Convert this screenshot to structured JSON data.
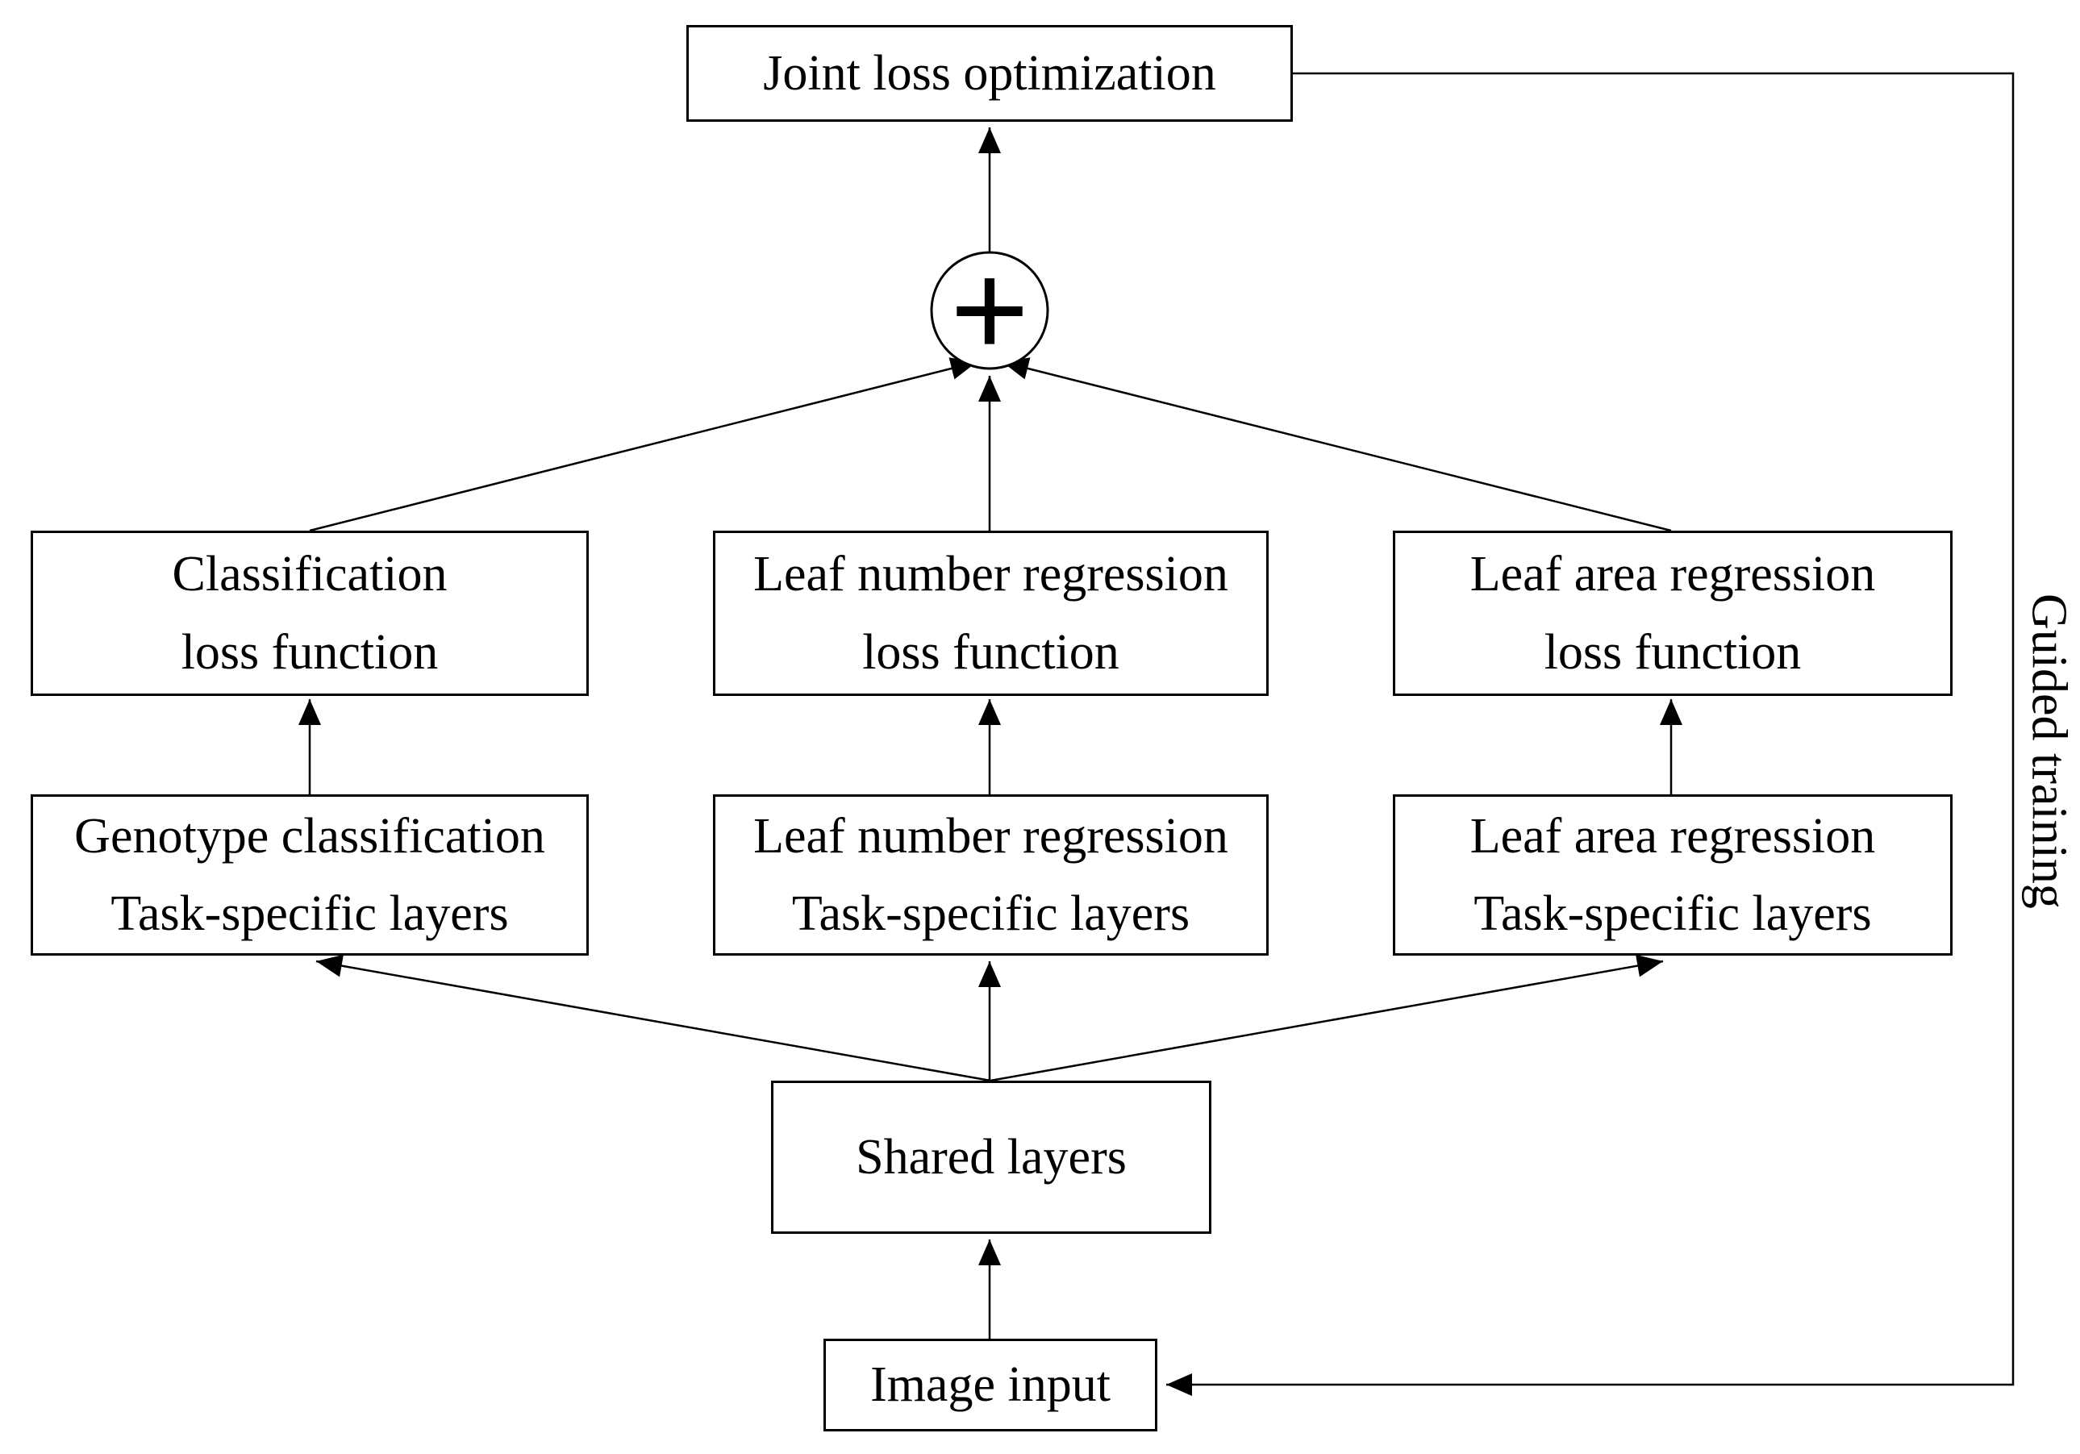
{
  "diagram": {
    "colors": {
      "background": "#ffffff",
      "stroke": "#000000",
      "box_fill": "#ffffff",
      "text": "#000000"
    },
    "nodes": {
      "joint_loss": {
        "label": "Joint loss optimization"
      },
      "classification_loss": {
        "lines": [
          "Classification",
          "loss function"
        ]
      },
      "leaf_number_loss": {
        "lines": [
          "Leaf number regression",
          "loss function"
        ]
      },
      "leaf_area_loss": {
        "lines": [
          "Leaf area regression",
          "loss function"
        ]
      },
      "genotype_task": {
        "lines": [
          "Genotype classification",
          "Task-specific layers"
        ]
      },
      "leaf_number_task": {
        "lines": [
          "Leaf number regression",
          "Task-specific layers"
        ]
      },
      "leaf_area_task": {
        "lines": [
          "Leaf area regression",
          "Task-specific layers"
        ]
      },
      "shared_layers": {
        "label": "Shared layers"
      },
      "image_input": {
        "label": "Image input"
      }
    },
    "sum_symbol": "+",
    "edge_label": "Guided training"
  }
}
